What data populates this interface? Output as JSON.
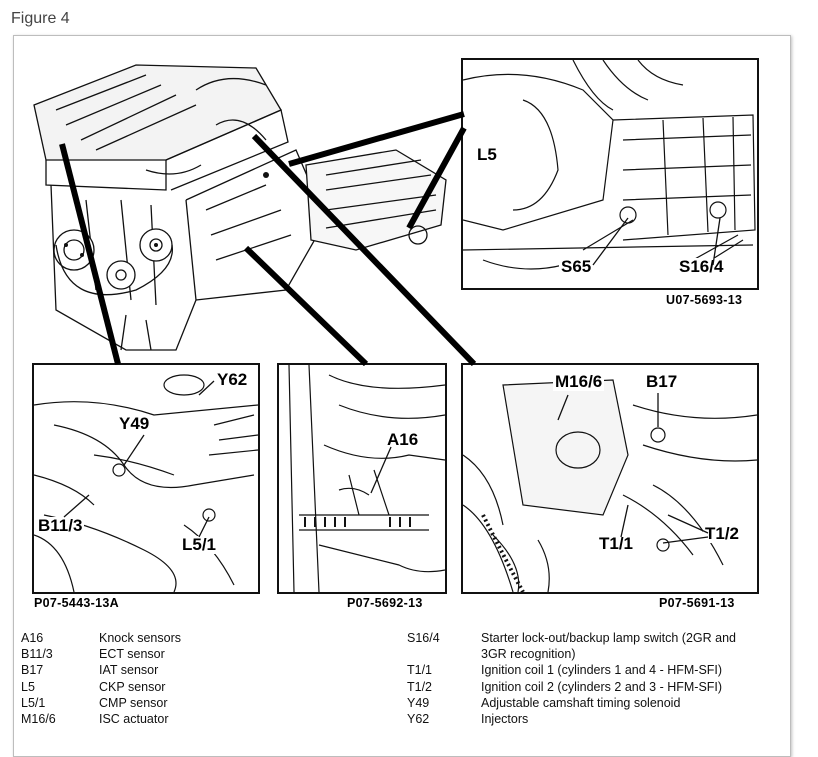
{
  "figure": {
    "title": "Figure 4"
  },
  "panels": {
    "top_right": {
      "labels": [
        "L5",
        "S65",
        "S16/4"
      ],
      "code": "U07-5693-13"
    },
    "bottom_left": {
      "labels": [
        "Y62",
        "Y49",
        "B11/3",
        "L5/1"
      ],
      "code": "P07-5443-13A"
    },
    "bottom_middle": {
      "labels": [
        "A16"
      ],
      "code": "P07-5692-13"
    },
    "bottom_right": {
      "labels": [
        "M16/6",
        "B17",
        "T1/1",
        "T1/2"
      ],
      "code": "P07-5691-13"
    }
  },
  "legend": {
    "left": [
      {
        "code": "A16",
        "desc": "Knock sensors"
      },
      {
        "code": "B11/3",
        "desc": "ECT sensor"
      },
      {
        "code": "B17",
        "desc": "IAT sensor"
      },
      {
        "code": "L5",
        "desc": "CKP sensor"
      },
      {
        "code": "L5/1",
        "desc": "CMP sensor"
      },
      {
        "code": "M16/6",
        "desc": "ISC actuator"
      }
    ],
    "right": [
      {
        "code": "S16/4",
        "desc": "Starter lock-out/backup lamp switch (2GR and"
      },
      {
        "code": "",
        "desc": "3GR recognition)"
      },
      {
        "code": "T1/1",
        "desc": "Ignition coil 1 (cylinders 1 and 4 - HFM-SFI)"
      },
      {
        "code": "T1/2",
        "desc": "Ignition coil 2 (cylinders 2 and 3 - HFM-SFI)"
      },
      {
        "code": "Y49",
        "desc": "Adjustable camshaft timing solenoid"
      },
      {
        "code": "Y62",
        "desc": "Injectors"
      }
    ]
  }
}
